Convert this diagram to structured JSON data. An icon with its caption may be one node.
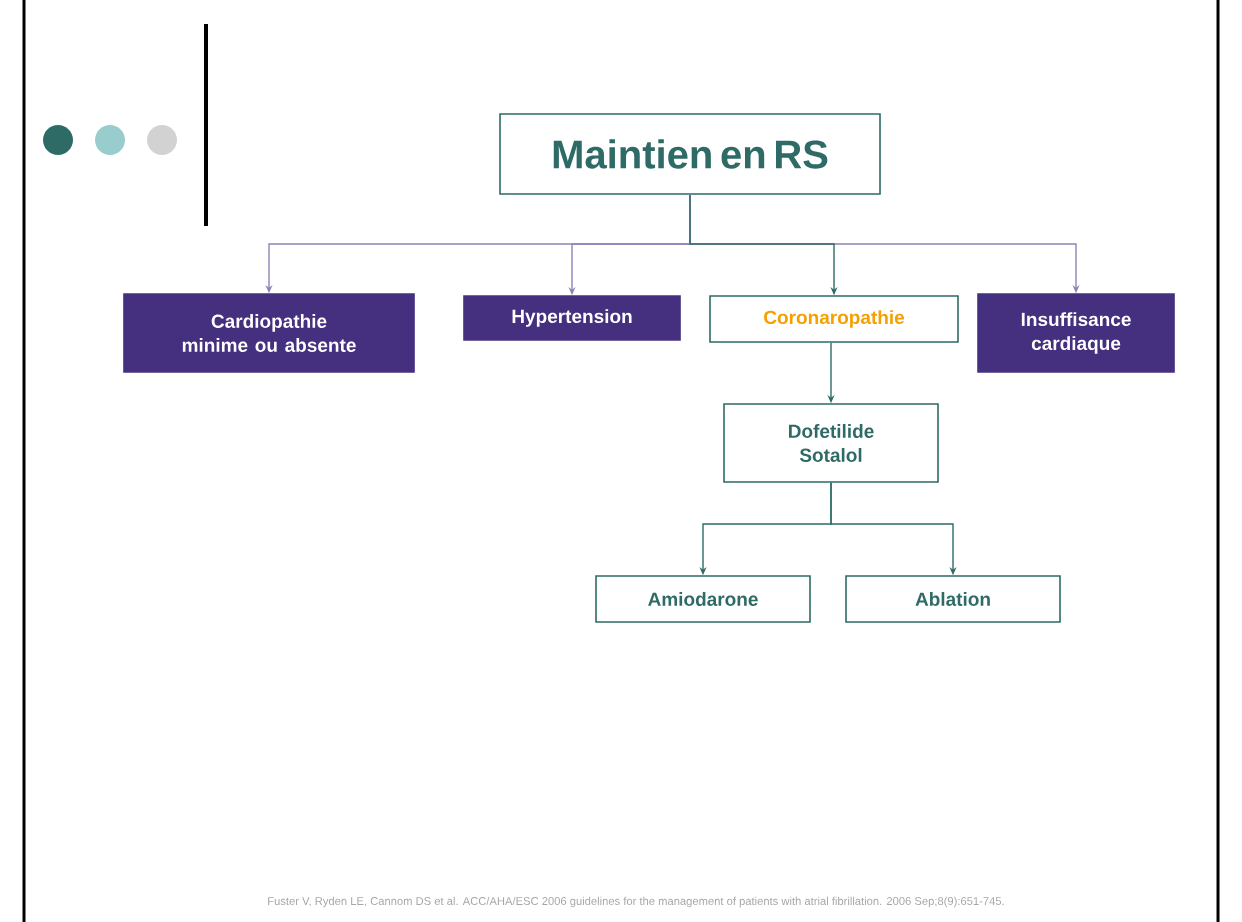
{
  "diagram": {
    "nodes": [
      {
        "text": [
          "Maintien en RS"
        ]
      },
      {
        "text": [
          "Cardiopathie minime ou absente"
        ]
      },
      {
        "text": [
          "Hypertension"
        ]
      },
      {
        "text": [
          "Coronaropathie"
        ]
      },
      {
        "text": [
          "Insuffisance cardiaque"
        ]
      },
      {
        "text": [
          "Dofetilide Sotalol"
        ]
      },
      {
        "text": [
          "Amiodarone"
        ]
      },
      {
        "text": [
          "Ablation"
        ]
      }
    ],
    "edges": [
      {
        "from": 0,
        "to": 1,
        "arrow": "to",
        "color": "#8c84b8"
      },
      {
        "from": 0,
        "to": 2,
        "arrow": "to",
        "color": "#8c84b8"
      },
      {
        "from": 0,
        "to": 3,
        "arrow": "to"
      },
      {
        "from": 0,
        "to": 4,
        "arrow": "to",
        "color": "#8c84b8"
      },
      {
        "from": 3,
        "to": 5,
        "arrow": "to"
      },
      {
        "from": 5,
        "to": 6,
        "arrow": "to"
      },
      {
        "from": 5,
        "to": 7,
        "arrow": "to"
      }
    ],
    "labels": [
      "Fuster V, Ryden LE, Cannom DS et al. ACC/AHA/ESC 2006 guidelines for the management of patients with atrial fibrillation. 2006 Sep;8(9):651-745."
    ]
  }
}
